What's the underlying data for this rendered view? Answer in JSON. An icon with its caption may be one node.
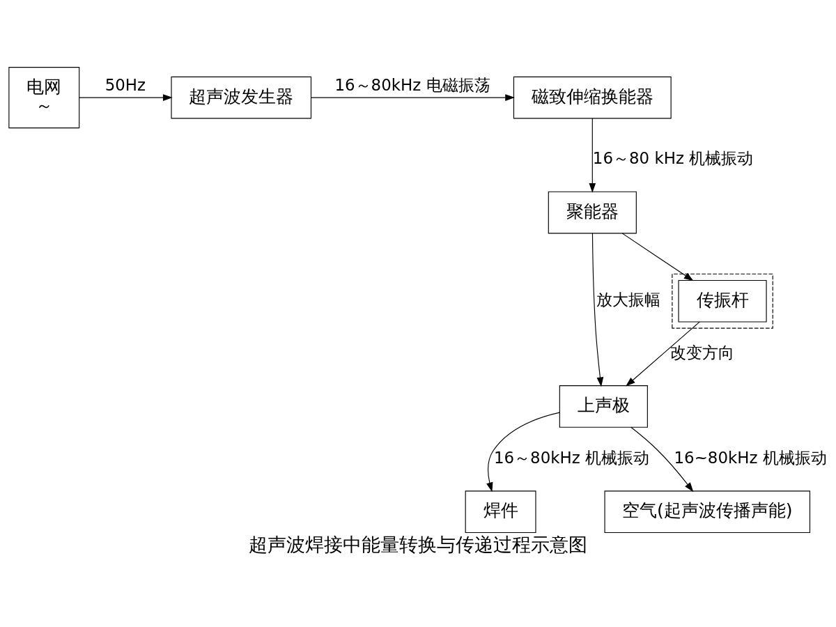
{
  "diagram": {
    "caption": "超声波焊接中能量转换与传递过程示意图",
    "nodes": [
      {
        "text": [
          "电网",
          "～"
        ]
      },
      {
        "text": [
          "超声波发生器"
        ]
      },
      {
        "text": [
          "磁致伸缩换能器"
        ]
      },
      {
        "text": [
          "聚能器"
        ]
      },
      {
        "text": [
          "焊件"
        ]
      },
      {
        "text": [
          "上声极"
        ]
      },
      {
        "text": [
          "空气(起声波传播声能)"
        ]
      },
      {
        "text": [],
        "shape": "box"
      },
      {
        "text": [
          "传振杆"
        ],
        "in": 7
      }
    ],
    "edges": [
      {
        "from": 0,
        "to": 1,
        "arrow": "to",
        "label": "50Hz"
      },
      {
        "from": 1,
        "to": 2,
        "arrow": "to",
        "label": "16～80kHz 电磁振荡"
      },
      {
        "from": 2,
        "to": 3,
        "arrow": "to",
        "label": "16～80 kHz 机械振动"
      },
      {
        "from": 3,
        "to": 5,
        "arrow": "to",
        "label": "放大振幅"
      },
      {
        "from": 5,
        "to": 4,
        "arrow": "to",
        "label": "16～80kHz 机械振动"
      },
      {
        "from": 5,
        "to": 6,
        "arrow": "to",
        "label": "16~80kHz 机械振动"
      },
      {
        "from": 3,
        "to": 8,
        "arrow": "to"
      },
      {
        "from": 8,
        "to": 5,
        "arrow": "to",
        "label": "改变方向"
      }
    ]
  }
}
